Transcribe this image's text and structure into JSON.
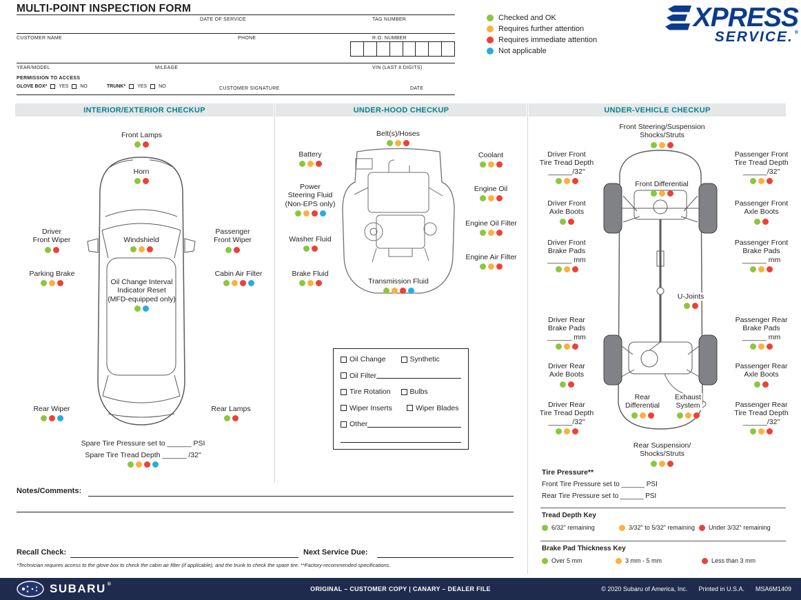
{
  "colors": {
    "green": "#8CC63F",
    "yellow": "#FBB040",
    "red": "#EE4036",
    "blue": "#29ABE2",
    "teal": "#00838F",
    "navy": "#1E2B4D",
    "logo_blue": "#0B3B8C"
  },
  "header": {
    "title": "MULTI-POINT INSPECTION FORM",
    "date_of_service": "DATE OF SERVICE",
    "tag_number": "TAG NUMBER",
    "customer_name": "CUSTOMER NAME",
    "phone": "PHONE",
    "ro_number": "R.O. NUMBER",
    "year_model": "YEAR/MODEL",
    "mileage": "MILEAGE",
    "vin": "VIN (LAST 8 DIGITS)",
    "permission": "PERMISSION TO ACCESS",
    "glove_box": "GLOVE BOX*",
    "trunk": "TRUNK*",
    "yes": "YES",
    "no": "NO",
    "customer_signature": "CUSTOMER SIGNATURE",
    "date": "DATE"
  },
  "legend": [
    {
      "color": "green",
      "label": "Checked and OK"
    },
    {
      "color": "yellow",
      "label": "Requires further attention"
    },
    {
      "color": "red",
      "label": "Requires immediate attention"
    },
    {
      "color": "blue",
      "label": "Not applicable"
    }
  ],
  "logo": {
    "express_e": "E",
    "express_rest": "XPRESS",
    "service": "SERVICE.",
    "registered": "®"
  },
  "interior": {
    "title": "INTERIOR/EXTERIOR CHECKUP",
    "items": [
      {
        "label": "Front Lamps",
        "dots": [
          "green",
          "red"
        ]
      },
      {
        "label": "Horn",
        "dots": [
          "green",
          "red"
        ]
      },
      {
        "label": "Driver\nFront Wiper",
        "dots": [
          "green",
          "red"
        ]
      },
      {
        "label": "Windshield",
        "dots": [
          "green",
          "yellow",
          "red"
        ]
      },
      {
        "label": "Passenger\nFront Wiper",
        "dots": [
          "green",
          "red"
        ]
      },
      {
        "label": "Parking Brake",
        "dots": [
          "green",
          "yellow",
          "red"
        ]
      },
      {
        "label": "Oil Change Interval\nIndicator Reset\n(MFD-equipped only)",
        "dots": [
          "green",
          "blue"
        ]
      },
      {
        "label": "Cabin Air Filter",
        "dots": [
          "green",
          "yellow",
          "red",
          "blue"
        ]
      },
      {
        "label": "Rear Wiper",
        "dots": [
          "green",
          "red",
          "blue"
        ]
      },
      {
        "label": "Rear Lamps",
        "dots": [
          "green",
          "red"
        ]
      },
      {
        "label": "Spare Tire Pressure set to ______ PSI"
      },
      {
        "label": "Spare Tire Tread Depth ______ /32\"",
        "dots": [
          "green",
          "yellow",
          "red",
          "blue"
        ]
      }
    ]
  },
  "underhood": {
    "title": "UNDER-HOOD CHECKUP",
    "items": [
      {
        "label": "Belt(s)/Hoses",
        "dots": [
          "green",
          "yellow",
          "red"
        ]
      },
      {
        "label": "Battery",
        "dots": [
          "green",
          "yellow",
          "red"
        ]
      },
      {
        "label": "Coolant",
        "dots": [
          "green",
          "yellow",
          "red"
        ]
      },
      {
        "label": "Power\nSteering Fluid\n(Non-EPS only)",
        "dots": [
          "green",
          "yellow",
          "red",
          "blue"
        ]
      },
      {
        "label": "Engine Oil",
        "dots": [
          "green",
          "yellow",
          "red"
        ]
      },
      {
        "label": "Washer Fluid",
        "dots": [
          "green",
          "red"
        ]
      },
      {
        "label": "Engine Oil Filter",
        "dots": [
          "green",
          "yellow",
          "red"
        ]
      },
      {
        "label": "Brake Fluid",
        "dots": [
          "green",
          "yellow",
          "red"
        ]
      },
      {
        "label": "Engine Air Filter",
        "dots": [
          "green",
          "yellow",
          "red"
        ]
      },
      {
        "label": "Transmission Fluid",
        "dots": [
          "green",
          "yellow",
          "red",
          "blue"
        ]
      }
    ],
    "service_box": {
      "oil_change": "Oil Change",
      "synthetic": "Synthetic",
      "oil_filter": "Oil Filter",
      "tire_rotation": "Tire Rotation",
      "bulbs": "Bulbs",
      "wiper_inserts": "Wiper Inserts",
      "wiper_blades": "Wiper Blades",
      "other": "Other"
    }
  },
  "undervehicle": {
    "title": "UNDER-VEHICLE CHECKUP",
    "items": [
      {
        "label": "Front Steering/Suspension\nShocks/Struts",
        "dots": [
          "green",
          "yellow",
          "red"
        ]
      },
      {
        "label": "Driver Front\nTire Tread Depth\n______/32\"",
        "dots": [
          "green",
          "yellow",
          "red"
        ]
      },
      {
        "label": "Passenger Front\nTire Tread Depth\n______/32\"",
        "dots": [
          "green",
          "yellow",
          "red"
        ]
      },
      {
        "label": "Front Differential",
        "dots": [
          "green",
          "yellow",
          "red"
        ]
      },
      {
        "label": "Driver Front\nAxle Boots",
        "dots": [
          "green",
          "red"
        ]
      },
      {
        "label": "Passenger Front\nAxle Boots",
        "dots": [
          "green",
          "red"
        ]
      },
      {
        "label": "Driver Front\nBrake Pads\n______ mm",
        "dots": [
          "green",
          "yellow",
          "red"
        ]
      },
      {
        "label": "Passenger Front\nBrake Pads\n______ mm",
        "dots": [
          "green",
          "yellow",
          "red"
        ]
      },
      {
        "label": "U-Joints",
        "dots": [
          "green",
          "red"
        ]
      },
      {
        "label": "Driver Rear\nBrake Pads\n______ mm",
        "dots": [
          "green",
          "yellow",
          "red"
        ]
      },
      {
        "label": "Passenger Rear\nBrake Pads\n______ mm",
        "dots": [
          "green",
          "yellow",
          "red"
        ]
      },
      {
        "label": "Driver Rear\nAxle Boots",
        "dots": [
          "green",
          "red"
        ]
      },
      {
        "label": "Passenger Rear\nAxle Boots",
        "dots": [
          "green",
          "red"
        ]
      },
      {
        "label": "Driver Rear\nTire Tread Depth\n______/32\"",
        "dots": [
          "green",
          "yellow",
          "red"
        ]
      },
      {
        "label": "Rear\nDifferential",
        "dots": [
          "green",
          "yellow",
          "red"
        ]
      },
      {
        "label": "Exhaust\nSystem",
        "dots": [
          "green",
          "yellow",
          "red"
        ]
      },
      {
        "label": "Passenger Rear\nTire Tread Depth\n______/32\"",
        "dots": [
          "green",
          "yellow",
          "red"
        ]
      },
      {
        "label": "Rear Suspension/\nShocks/Struts",
        "dots": [
          "green",
          "yellow",
          "red"
        ]
      }
    ],
    "tire_pressure": {
      "heading": "Tire Pressure**",
      "front": "Front Tire Pressure set to ______ PSI",
      "rear": "Rear Tire Pressure set to ______ PSI"
    },
    "tread_key": {
      "heading": "Tread Depth Key",
      "entries": [
        {
          "color": "green",
          "label": "6/32\" remaining"
        },
        {
          "color": "yellow",
          "label": "3/32\" to 5/32\" remaining"
        },
        {
          "color": "red",
          "label": "Under 3/32\" remaining"
        }
      ]
    },
    "brake_key": {
      "heading": "Brake Pad Thickness Key",
      "entries": [
        {
          "color": "green",
          "label": "Over 5 mm"
        },
        {
          "color": "yellow",
          "label": "3 mm - 5 mm"
        },
        {
          "color": "red",
          "label": "Less than 3 mm"
        }
      ]
    }
  },
  "bottom": {
    "notes_label": "Notes/Comments:",
    "recall_label": "Recall Check:",
    "next_service_label": "Next Service Due:",
    "footnote": "*Technician requires access to the glove box to check the cabin air filter (if applicable), and the trunk to check the spare tire. **Factory-recommended specifications."
  },
  "footer": {
    "brand": "SUBARU",
    "registered": "®",
    "copy_line": "ORIGINAL – CUSTOMER COPY | CANARY – DEALER FILE",
    "copyright": "© 2020 Subaru of America, Inc.",
    "printed": "Printed in U.S.A.",
    "code": "MSA6M1409"
  }
}
